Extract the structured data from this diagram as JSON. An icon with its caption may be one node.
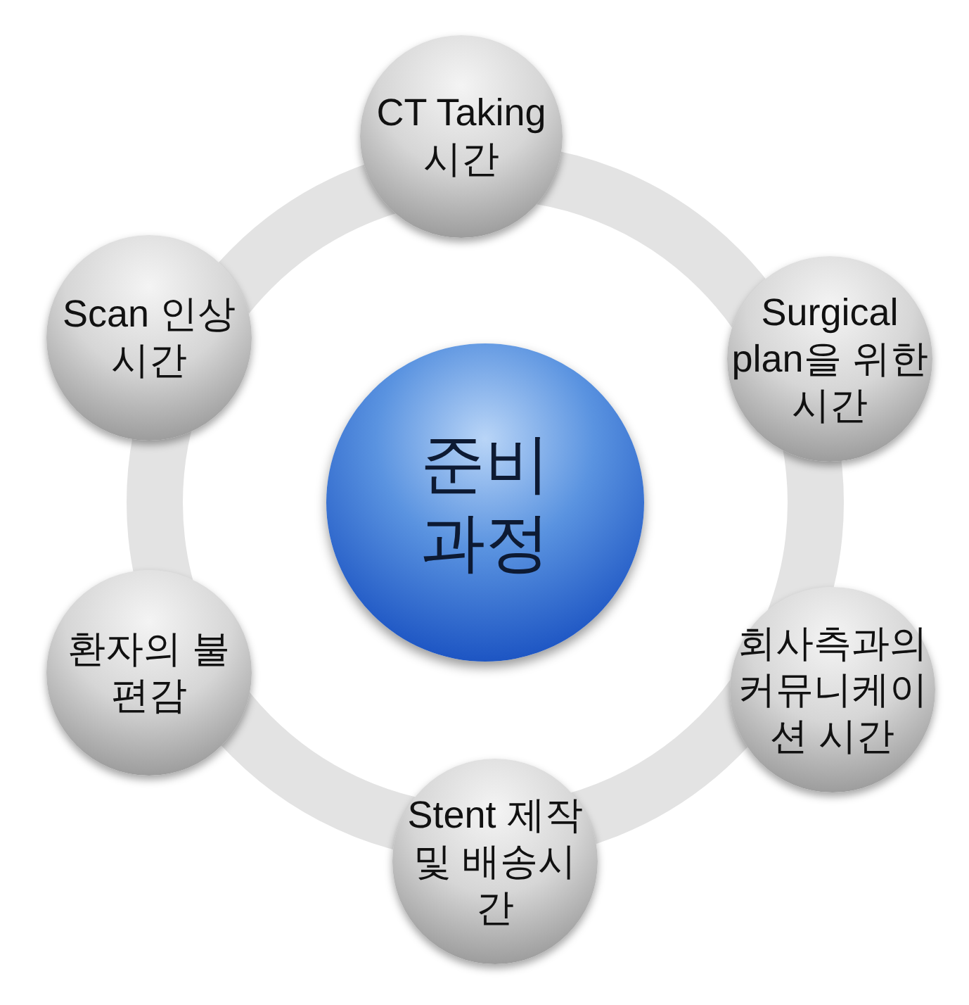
{
  "diagram": {
    "nodes": [
      {
        "text": [
          "준비 과정"
        ]
      },
      {
        "text": [
          "CT Taking 시간"
        ]
      },
      {
        "text": [
          "Surgical plan을 위한 시간"
        ]
      },
      {
        "text": [
          "회사측과의 커뮤니케이션 시간"
        ]
      },
      {
        "text": [
          "Stent 제작및 배송시간"
        ]
      },
      {
        "text": [
          "환자의 불편감"
        ]
      },
      {
        "text": [
          "Scan 인상시간"
        ]
      }
    ]
  }
}
